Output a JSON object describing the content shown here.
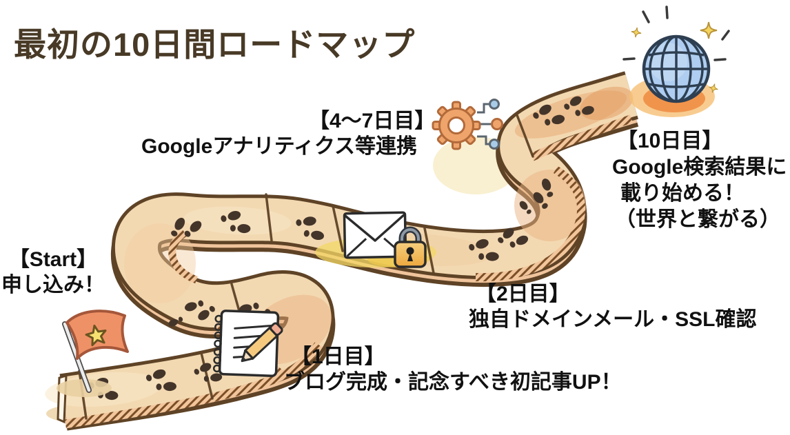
{
  "title": "最初の10日間ロードマップ",
  "milestones": [
    {
      "id": "start",
      "day": "【Start】",
      "lines": [
        "申し込み！"
      ],
      "icon": "flag-with-star-icon"
    },
    {
      "id": "day1",
      "day": "【1日目】",
      "lines": [
        "ブログ完成・記念すべき初記事UP！"
      ],
      "icon": "notebook-pencil-icon"
    },
    {
      "id": "day2",
      "day": "【2日目】",
      "lines": [
        "独自ドメインメール・SSL確認"
      ],
      "icon": "envelope-lock-icon"
    },
    {
      "id": "day4to7",
      "day": "【4〜7日目】",
      "lines": [
        "Googleアナリティクス等連携"
      ],
      "icon": "gear-network-icon"
    },
    {
      "id": "day10",
      "day": "【10日目】",
      "lines": [
        "Google検索結果に",
        "載り始める！",
        "（世界と繋がる）"
      ],
      "icon": "globe-sparkles-icon"
    }
  ],
  "colors": {
    "background": "#ffffff",
    "title_text": "#483a26",
    "label_text": "#111111",
    "road_fill": "#f3d9b2",
    "road_edge_fill": "#f0c49c",
    "road_outline": "#5f4326",
    "footprints": "#44352a",
    "highlight_yellow": "#f3d765",
    "flag_orange": "#ef9166",
    "star_yellow": "#f7e070",
    "globe_blue": "#aecdf0",
    "glow_orange": "#ef9049",
    "gear_orange": "#efa46b",
    "lock_orange": "#f2b14e",
    "node_blue": "#a8cbe8"
  }
}
